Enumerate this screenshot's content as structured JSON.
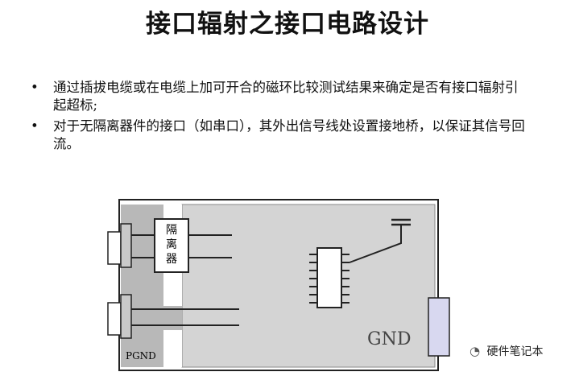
{
  "title": "接口辐射之接口电路设计",
  "bullets": [
    {
      "marker": "•",
      "text": "通过插拔电缆或在电缆上加可开合的磁环比较测试结果来确定是否有接口辐射引起超标;"
    },
    {
      "marker": "•",
      "text": "对于无隔离器件的接口（如串口），其外出信号线处设置接地桥，以保证其信号回流。"
    }
  ],
  "diagram": {
    "isolator_chars": [
      "隔",
      "离",
      "器"
    ],
    "pgnd_label": "PGND",
    "gnd_label": "GND"
  },
  "brand": {
    "icon": "wechat-icon",
    "glyph": "◔",
    "name": "硬件笔记本"
  },
  "colors": {
    "pgnd_fill": "#b8b8b8",
    "gnd_fill": "#d4d4d4",
    "connector_right_fill": "#d8d8f0",
    "connector_left_fill": "#c9c9c9"
  }
}
